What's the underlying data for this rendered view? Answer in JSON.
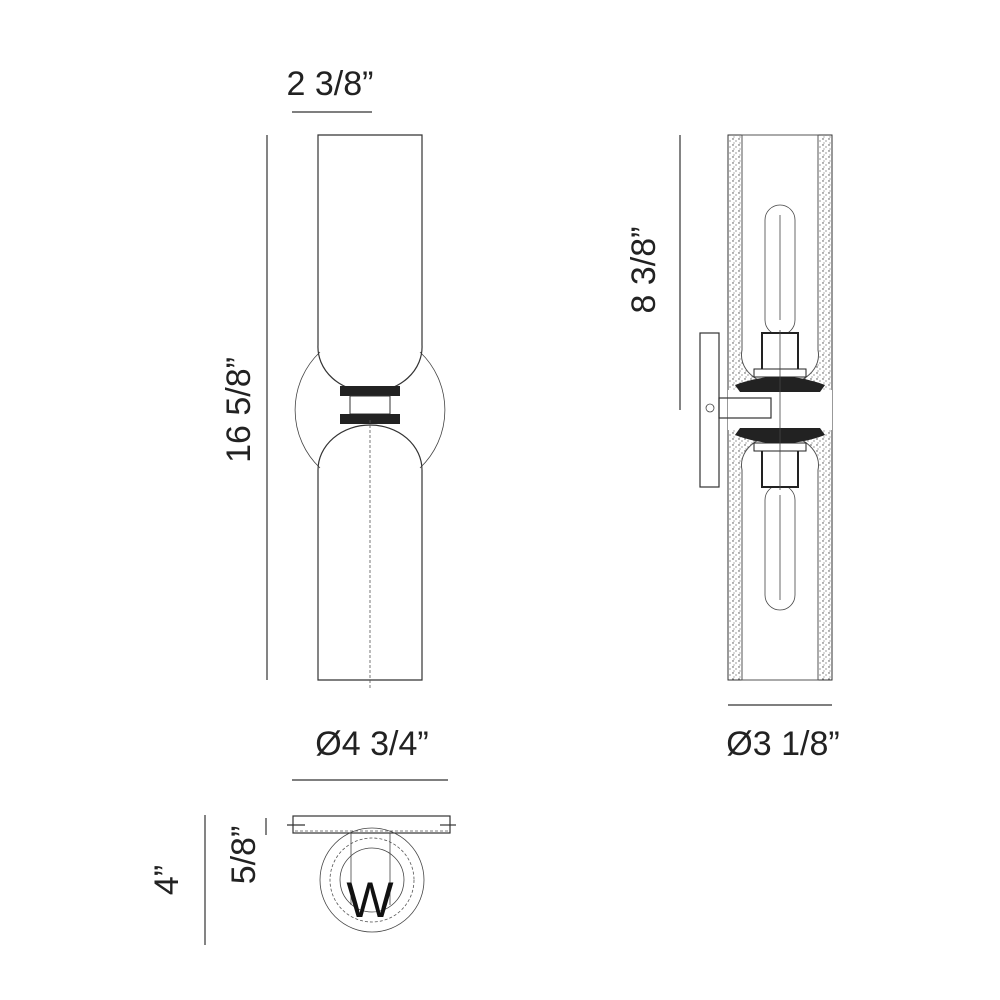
{
  "dimensions": {
    "front_width": "2 3/8”",
    "overall_height": "16 5/8”",
    "canopy_diameter": "Ø4 3/4”",
    "half_height": "8 3/8”",
    "shade_diameter": "Ø3 1/8”",
    "canopy_diameter_bottom": "4”",
    "canopy_depth": "5/8”"
  },
  "logo": "W",
  "colors": {
    "line": "#333333",
    "background": "#ffffff"
  }
}
